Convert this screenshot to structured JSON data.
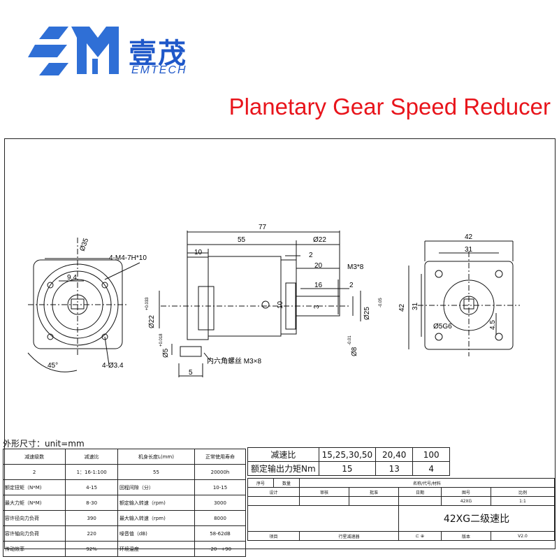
{
  "header": {
    "logo_cn": "壹茂",
    "logo_en": "EMTECH",
    "title": "Planetary Gear Speed Reducer"
  },
  "drawing": {
    "left_view": {
      "d35": "Ø35",
      "thread": "4-M4-7H*10",
      "d94": "9.4",
      "angle": "45°",
      "holes": "4-Ø3.4"
    },
    "side_view": {
      "d77": "77",
      "d55": "55",
      "d22": "Ø22",
      "d10a": "10",
      "d2a": "2",
      "d20": "20",
      "m3x8": "M3*8",
      "d16": "16",
      "d2b": "2",
      "d10b": "10",
      "d3": "3",
      "d25": "Ø25",
      "d25tol": "-0.05",
      "d22tol": "+0.033",
      "d5": "Ø5",
      "d5tol": "+0.018",
      "d8": "Ø8",
      "d8tol": "-0.01",
      "screw": "内六角螺丝 M3×8",
      "d5b": "5"
    },
    "right_view": {
      "d42top": "42",
      "d31top": "31",
      "d42side": "42",
      "d31side": "31",
      "d5g6": "Ø5G6",
      "d45": "4.5"
    }
  },
  "unit_label": "外形尺寸：unit=mm",
  "spec_table": {
    "rows": [
      [
        "减速级数",
        "减速比",
        "机身长度L(mm)",
        "正常使用寿命"
      ],
      [
        "2",
        "1：16-1:100",
        "55",
        "20000h"
      ],
      [
        "额定扭矩（N*M)",
        "4-15",
        "回程间隙（分）",
        "10-15"
      ],
      [
        "最大力矩（N*M)",
        "8-30",
        "额定输入转速（rpm)",
        "3000"
      ],
      [
        "容许径向力负荷",
        "390",
        "最大输入转速（rpm)",
        "8000"
      ],
      [
        "容许轴向力负荷",
        "220",
        "噪音值（dB)",
        "58-62dB"
      ],
      [
        "传动效率",
        "92%",
        "环境温度",
        "-20~+90"
      ]
    ]
  },
  "ratio_table": {
    "row1": [
      "减速比",
      "15,25,30,50",
      "20,40",
      "100"
    ],
    "row2": [
      "额定输出力矩Nm",
      "15",
      "13",
      "4"
    ]
  },
  "title_block": {
    "r1": [
      "序号",
      "数量",
      "名称/代号/材料"
    ],
    "r2": [
      "设计",
      "审核",
      "批准",
      "日期",
      "图号",
      "比例"
    ],
    "r3": [
      "42XG",
      "1:1"
    ],
    "name": "42XG二级速比",
    "r5": [
      "项目",
      "行星减速器",
      "版本",
      "V2.0"
    ]
  }
}
